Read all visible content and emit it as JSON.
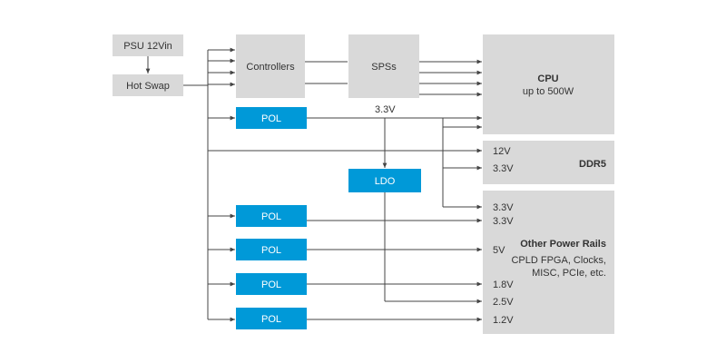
{
  "colors": {
    "gray_box": "#d9d9d9",
    "pol_box": "#0099d8",
    "line": "#444444",
    "text": "#333333",
    "text_on_blue": "#ffffff"
  },
  "boxes": {
    "psu": "PSU 12Vin",
    "hot_swap": "Hot Swap",
    "controllers": "Controllers",
    "spss": "SPSs",
    "cpu_title": "CPU",
    "cpu_sub": "up to 500W",
    "ddr5": "DDR5",
    "other_title": "Other Power Rails",
    "other_line1": "CPLD FPGA, Clocks,",
    "other_line2": "MISC, PCIe, etc.",
    "ldo": "LDO",
    "pol": "POL"
  },
  "labels": {
    "main_33": "3.3V",
    "ddr_12": "12V",
    "ddr_33": "3.3V",
    "other_33a": "3.3V",
    "other_33b": "3.3V",
    "other_5": "5V",
    "other_18": "1.8V",
    "other_25": "2.5V",
    "other_12": "1.2V"
  }
}
